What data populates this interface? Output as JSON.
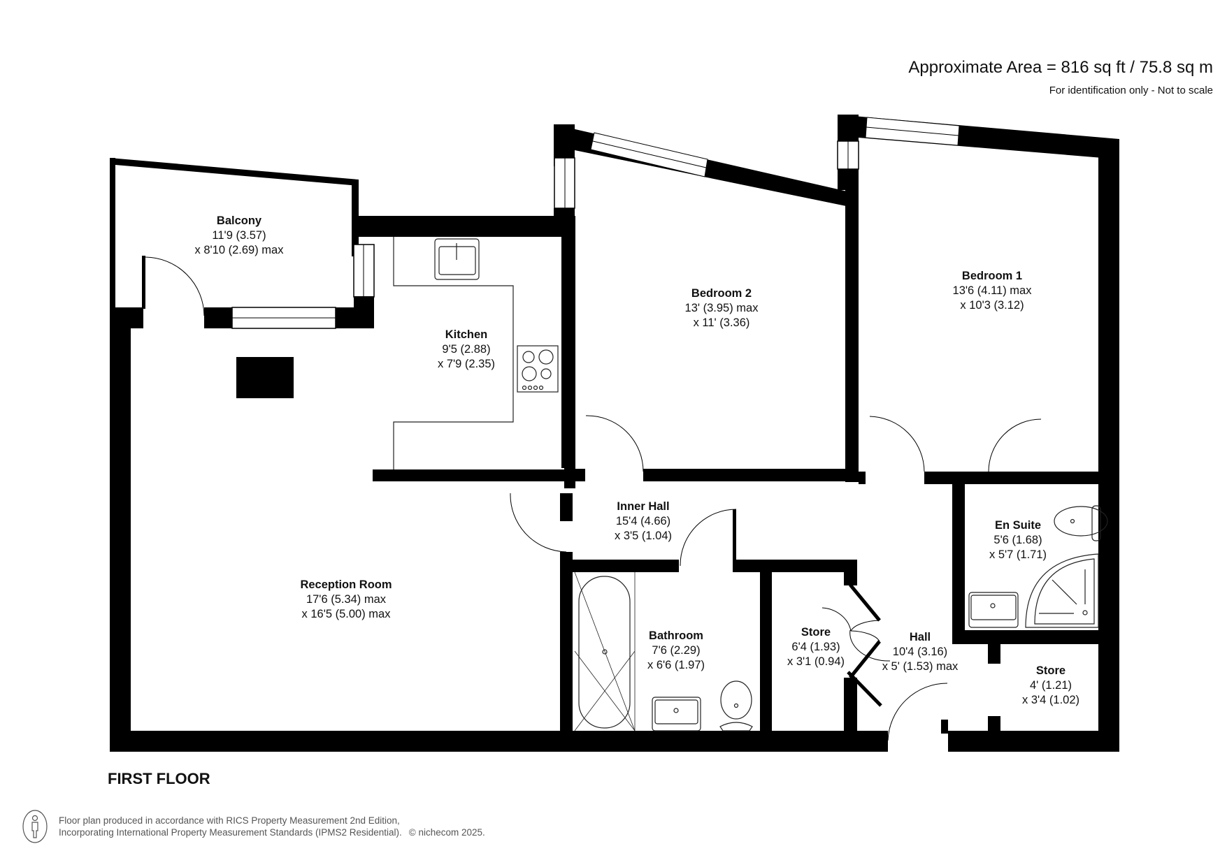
{
  "header": {
    "area": "Approximate Area = 816 sq ft / 75.8 sq m",
    "note": "For identification only - Not to scale"
  },
  "rooms": [
    {
      "name": "Balcony",
      "dim1": "11'9 (3.57)",
      "dim2": "x 8'10 (2.69) max"
    },
    {
      "name": "Kitchen",
      "dim1": "9'5 (2.88)",
      "dim2": "x 7'9 (2.35)"
    },
    {
      "name": "Bedroom 2",
      "dim1": "13' (3.95) max",
      "dim2": "x 11' (3.36)"
    },
    {
      "name": "Bedroom 1",
      "dim1": "13'6 (4.11) max",
      "dim2": "x 10'3 (3.12)"
    },
    {
      "name": "Inner Hall",
      "dim1": "15'4 (4.66)",
      "dim2": "x 3'5 (1.04)"
    },
    {
      "name": "En Suite",
      "dim1": "5'6 (1.68)",
      "dim2": "x 5'7 (1.71)"
    },
    {
      "name": "Reception Room",
      "dim1": "17'6 (5.34) max",
      "dim2": "x 16'5 (5.00) max"
    },
    {
      "name": "Bathroom",
      "dim1": "7'6 (2.29)",
      "dim2": "x 6'6 (1.97)"
    },
    {
      "name": "Store",
      "dim1": "6'4 (1.93)",
      "dim2": "x 3'1 (0.94)"
    },
    {
      "name": "Hall",
      "dim1": "10'4 (3.16)",
      "dim2": "x 5' (1.53) max"
    },
    {
      "name": "Store",
      "dim1": "4' (1.21)",
      "dim2": "x 3'4 (1.02)"
    }
  ],
  "floor": {
    "label": "FIRST FLOOR"
  },
  "footer": {
    "line1": "Floor plan produced in accordance with RICS Property Measurement 2nd Edition,",
    "line2": "Incorporating International Property Measurement Standards (IPMS2 Residential).",
    "copyright": "© nichecom 2025.",
    "icon": "person-info-icon"
  },
  "colors": {
    "wall": "#000000",
    "fixture_line": "#222222",
    "background": "#ffffff",
    "footer_text": "#555555"
  }
}
